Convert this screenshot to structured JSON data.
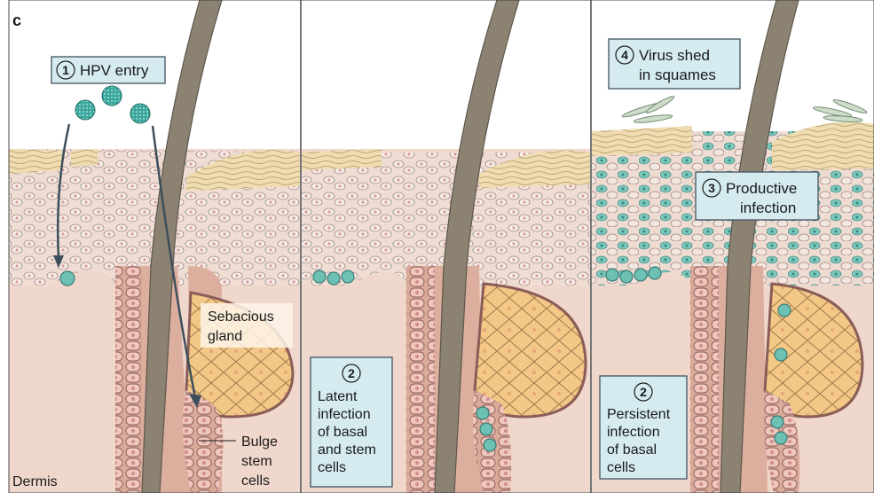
{
  "figure_label": "c",
  "colors": {
    "dermis": "#f0d7cc",
    "follicle_sheath": "#dcae9e",
    "hair": "#8c8272",
    "keratin": "#efdcb0",
    "epidermis": "#efdcd3",
    "cell_nucleus": "#e0b0b0",
    "infected_cell": "#6cc0b4",
    "gland_cell": "#f3c886",
    "label_box": "#d5ebf0",
    "label_border": "#40525f"
  },
  "panel1": {
    "entry_label": {
      "number": "1",
      "text": "HPV entry"
    },
    "sebaceous_label": {
      "line1": "Sebacious",
      "line2": "gland"
    },
    "bulge_label": {
      "line1": "Bulge",
      "line2": "stem",
      "line3": "cells"
    },
    "dermis_label": "Dermis"
  },
  "panel2": {
    "latent_label": {
      "number": "2",
      "lines": [
        "Latent",
        "infection",
        "of basal",
        "and stem",
        "cells"
      ]
    }
  },
  "panel3": {
    "shed_label": {
      "number": "4",
      "line1": "Virus shed",
      "line2": "in squames"
    },
    "productive_label": {
      "number": "3",
      "line1": "Productive",
      "line2": "infection"
    },
    "persistent_label": {
      "number": "2",
      "lines": [
        "Persistent",
        "infection",
        "of basal",
        "cells"
      ]
    }
  }
}
